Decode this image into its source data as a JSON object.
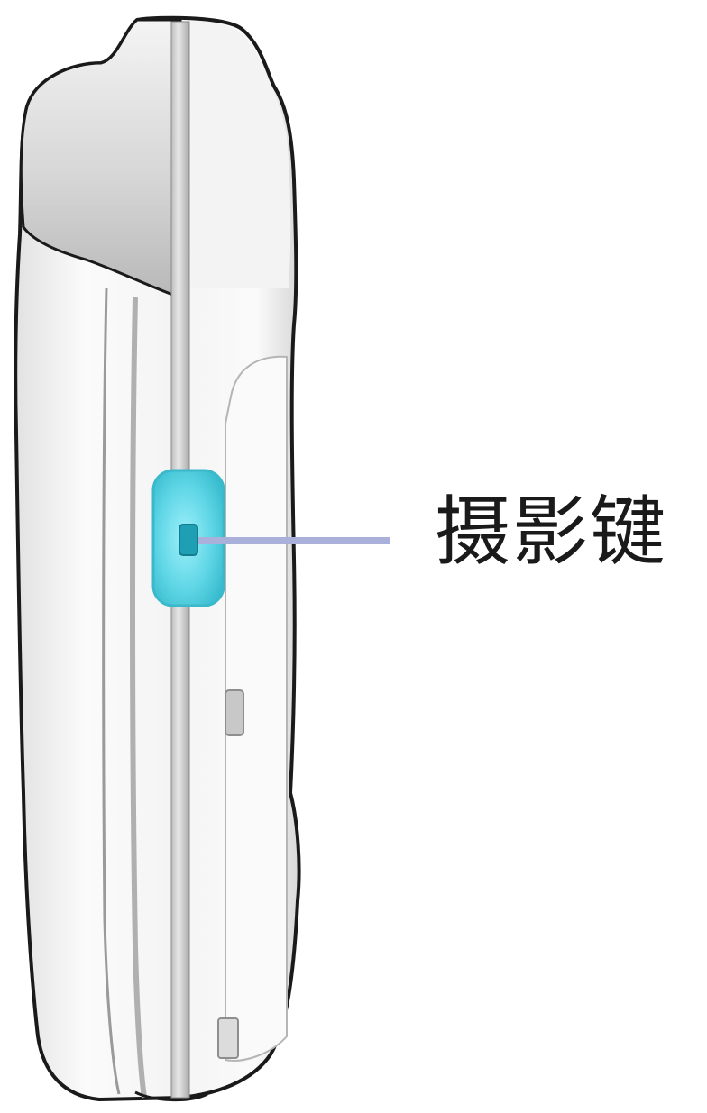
{
  "callout": {
    "label": "摄影键"
  },
  "colors": {
    "camera_key": "#5fd6e6",
    "leader_line": "#a9b0da",
    "outline": "#1a1a1a",
    "body_light": "#f6f6f6",
    "body_shade": "#c9c9c9"
  },
  "icons": {
    "device": "phone-side-view",
    "key": "camera-key"
  }
}
